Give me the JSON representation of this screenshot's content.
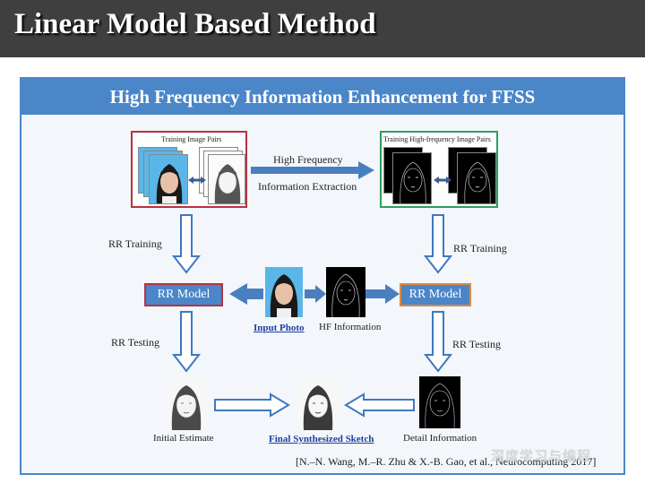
{
  "slide": {
    "title": "Linear Model Based Method",
    "panel_title": "High Frequency Information Enhancement for FFSS"
  },
  "diagram": {
    "training_pairs_caption": "Training Image Pairs",
    "hf_pairs_caption": "Training High-frequency Image Pairs",
    "extraction_label_line1": "High Frequency",
    "extraction_label_line2": "Information Extraction",
    "rr_training_left": "RR Training",
    "rr_training_right": "RR Training",
    "rr_model_left": "RR Model",
    "rr_model_right": "RR Model",
    "input_photo": "Input Photo",
    "hf_information": "HF Information",
    "rr_testing_left": "RR Testing",
    "rr_testing_right": "RR Testing",
    "initial_estimate": "Initial Estimate",
    "final_sketch": "Final Synthesized Sketch",
    "detail_information": "Detail Information",
    "citation": "[N.–N. Wang, M.–R. Zhu & X.-B. Gao, et al., Neurocomputing 2017]"
  },
  "watermark": "深度学习与编程",
  "colors": {
    "title_bg": "#3f3f3f",
    "accent_blue": "#4a86c8",
    "red_border": "#b8323f",
    "green_border": "#2e9e5a",
    "orange_border": "#e08a3c",
    "link_blue": "#1c3f9e"
  }
}
